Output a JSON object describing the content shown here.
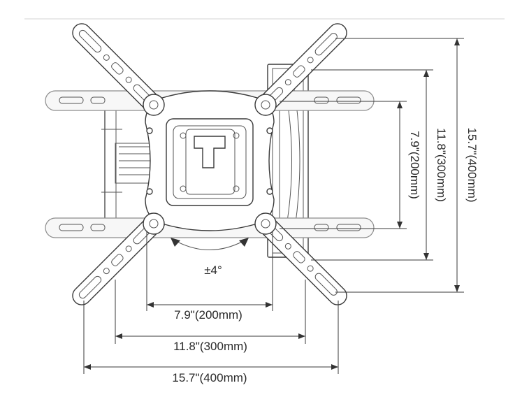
{
  "dimensions": {
    "horizontal": [
      {
        "label": "7.9\"(200mm)"
      },
      {
        "label": "11.8\"(300mm)"
      },
      {
        "label": "15.7\"(400mm)"
      }
    ],
    "vertical": [
      {
        "label": "7.9\"(200mm)"
      },
      {
        "label": "11.8\"(300mm)"
      },
      {
        "label": "15.7\"(400mm)"
      }
    ]
  },
  "tilt": {
    "label": "±4°"
  },
  "colors": {
    "line": "#3a3a3a",
    "ghost": "#8c8c8c",
    "background": "#ffffff"
  }
}
